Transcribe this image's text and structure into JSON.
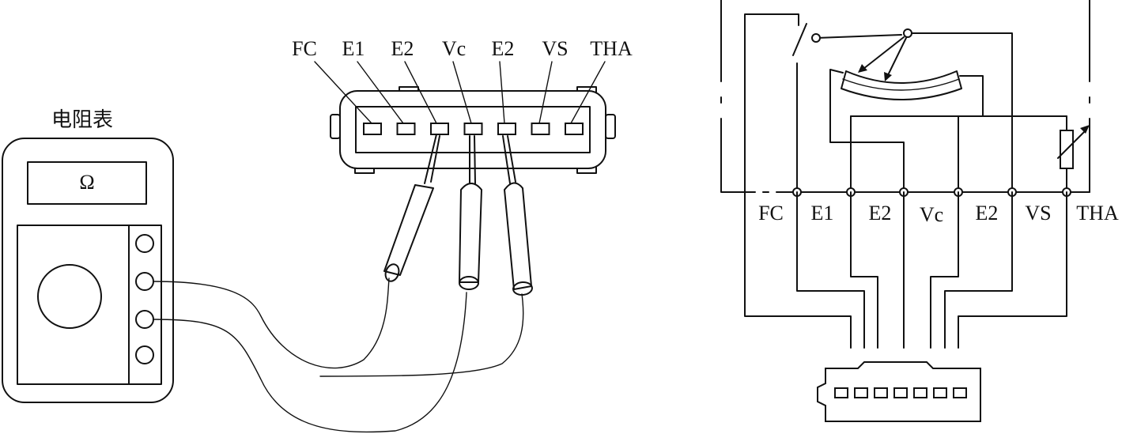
{
  "meter": {
    "title": "电阻表",
    "display": "Ω"
  },
  "connector_labels": [
    "FC",
    "E1",
    "E2",
    "Vc",
    "E2",
    "VS",
    "THA"
  ],
  "circuit_labels": [
    "FC",
    "E1",
    "E2",
    "Vc",
    "E2",
    "VS",
    "THA"
  ]
}
